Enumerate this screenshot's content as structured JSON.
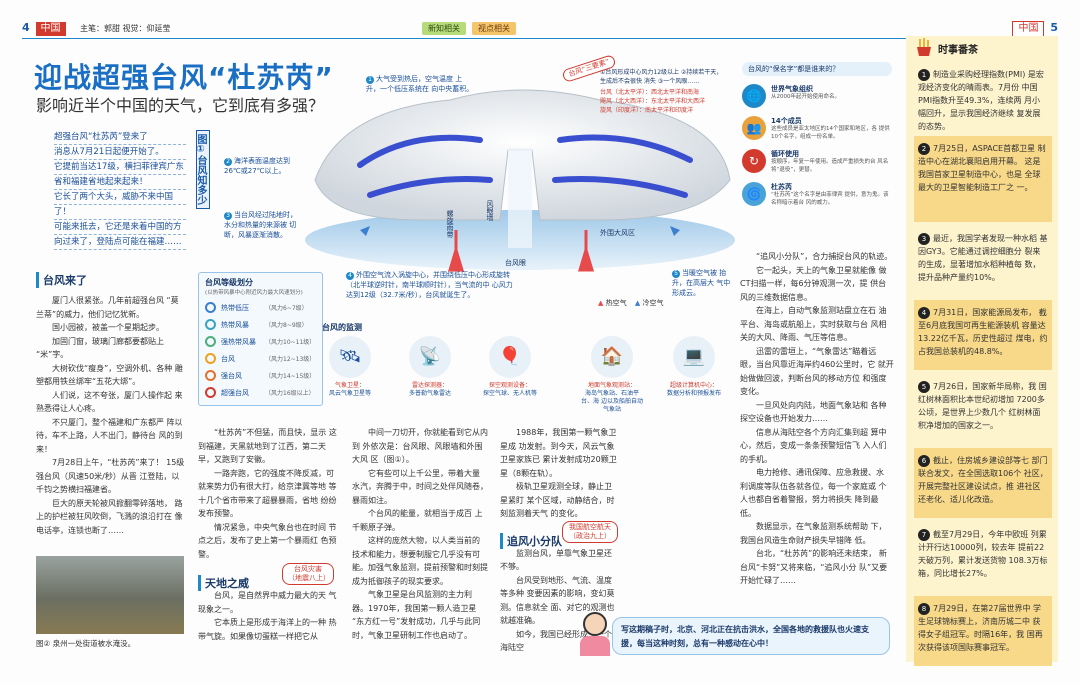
{
  "header": {
    "left_page": "4",
    "left_section": "中国",
    "editors": "主笔：郭甜  视觉：仰延莹",
    "tab1": "新知相关",
    "tab2": "视点相关",
    "right_section": "中国",
    "right_page": "5"
  },
  "title": "迎战超强台风“杜苏芮”",
  "subtitle": "影响近半个中国的天气，它到底有多强？",
  "lead": [
    "超强台风“杜苏芮”登来了",
    "消息从7月21日起便开始了。",
    "它提前当达17级，横扫菲律宾广东",
    "省和福建省地起来起来！",
    "它长了两个大头，威胁不来中国",
    "了！",
    "可能来抵去，它还是来着中国的方",
    "向过来了，登陆点可能在福建……"
  ],
  "figure_label": "图①台风知多少",
  "diagram": {
    "a1": "大气受到热后，空气温度 上升，一个低压系统在 向中央蓄积。",
    "a2": "海洋表面温度达到 26℃或27℃以上。",
    "a3": "当台风经过陆地时， 水分和热量的来源被 切断，风暴逐渐消散。",
    "a4": "外围空气流入涡旋中心，并围绕低压中心形成旋转 （北半球逆时针，南半球顺时针），当气流的中 心风力达到12级（32.7米/秒），台风就诞生了。",
    "a5": "当暖空气被 抬升，在高层大 气中形成云。",
    "typhoon_eye": "台风眼",
    "eye_wall": "风眼墙",
    "spiral": "螺旋雨带",
    "outer": "外围大风区",
    "warm": "热空气",
    "cold": "冷空气"
  },
  "naming_bubble": {
    "tag": "台风“三要素”",
    "text": "①台风形成中心风力12级以上 ②持续若干天，生成后不会很快 消失 ③一个风眼……",
    "t1": "台风（北太平洋）：西北太平洋和南海",
    "t2": "飓风（北大西洋）：东北太平洋和大西洋",
    "t3": "旋风（印度洋）：南太平洋和印度洋"
  },
  "levels": {
    "title": "台风等级划分",
    "subtitle": "(以热带风暴中心附近风力最大风速划分)",
    "items": [
      {
        "name": "热带低压",
        "range": "（风力6~7级）",
        "color": "#3a7fd0"
      },
      {
        "name": "热带风暴",
        "range": "（风力8~9级）",
        "color": "#3aa3c0"
      },
      {
        "name": "强热带风暴",
        "range": "（风力10~11级）",
        "color": "#4caf7a"
      },
      {
        "name": "台风",
        "range": "（风力12~13级）",
        "color": "#f0a020"
      },
      {
        "name": "强台风",
        "range": "（风力14~15级）",
        "color": "#e5702e"
      },
      {
        "name": "超强台风",
        "range": "（风力16级以上）",
        "color": "#d23a2e"
      }
    ]
  },
  "monitor": {
    "title": "台风的监测",
    "items": [
      {
        "name": "气象卫星：",
        "desc": "风云气象卫星等",
        "icon": "🛰"
      },
      {
        "name": "雷达探测器：",
        "desc": "多普勒气象雷达",
        "icon": "📡"
      },
      {
        "name": "探空观测设备：",
        "desc": "探空气球、无人机等",
        "icon": "🎈"
      },
      {
        "name": "地面气象观测站：",
        "desc": "海岛气象站、石油平台、海 边以及船舶自动气象站",
        "icon": "🏠"
      },
      {
        "name": "超级计算机中心：",
        "desc": "数据分析和预报发布",
        "icon": "💻"
      }
    ]
  },
  "wmo": {
    "question": "台风的“保名字”都是谁来的？",
    "items": [
      {
        "title": "世界气象组织",
        "desc": "从2000年起开始使用命名。",
        "color": "#1e88c8",
        "icon": "🌐"
      },
      {
        "title": "14个成员",
        "desc": "这些成员是亚太地区的14个国家和地区，各 提供10个名字，组成一份名单。",
        "color": "#e9a23b",
        "icon": "👥"
      },
      {
        "title": "循环使用",
        "desc": "按顺序，年复一年使用。造成严重损失的台 风名将“退役”，更替。",
        "color": "#d23a2e",
        "icon": "↻"
      },
      {
        "title": "杜苏芮",
        "desc": "“杜苏芮”这个名字是由菲律宾 提供，意为鬼。该名称暗示着台 风的威力。",
        "color": "#4aa3d8",
        "icon": "🌀"
      }
    ]
  },
  "sections": {
    "s1_title": "台风来了",
    "s1_body": [
      "厦门人很紧张。几年前超强台风 “莫兰蒂”的威力，他们记忆犹新。",
      "国小园被，被盖一个星期起步。",
      "加固门窗，玻璃门廊都要都贴上 “米”字。",
      "大树砍伐“瘦身”，空调外机、各种 雕塑都用铁丝绑牢“五花大绑”。",
      "人们说，这不夸张，厦门人操作起 来熟悉得让人心疼。",
      "不只厦门，整个福建和广东都严 阵以待，车不上路，人不出门，静待台 风的到来！",
      "7月28日上午，“杜苏芮”来了！ 15级强台风（风速50米/秒）从晋 江登陆，以千钧之势横扫福建省。",
      "巨大的原天轮被风掀翻零碎落地， 路上的护栏被狂风吹倒，飞溅的浪沿打在 像电话亭，连锁也断了……"
    ],
    "photo_caption": "图② 泉州一处街道被水淹没。",
    "c2_body": [
      "“杜苏芮”不但猛，而且快，显示 这到福建，天黑就地到了江西，第二天 早，又跑到了安徽。",
      "一路奔跑，它的强度不降反减，可 就来势力仍有很大打，给京津冀等地 等十几个省市带来了超暴暴雨，省地 纷纷发布预警。",
      "情况紧急，中央气象台也在时间 节点之后，发布了史上第一个暴雨红 色预警。"
    ],
    "stamp1": "台风灾害 （地震八上）",
    "s2_title": "天地之威",
    "c2_body2": [
      "台风，是自然界中威力最大的天 气现象之一。",
      "它本质上是形成于海洋上的一种 热带气旋。如果像切蛋糕一样把它从"
    ],
    "c3_body": [
      "中间一刀切开，你就能看到它从内到 外依次是：台风眼、风眼墙和外围大风 区（图①）。",
      "它有些可以上千公里，带着大量 水汽，奔腾于中，时间之处伴风随卷， 暴雨如注。",
      "个台风的能量，就相当于成百 上千颗原子弹。",
      "这样的庞然大物，以人类当前的 技术和能力，想要制服它几乎没有可 能。加强气象监测，提前预警和时刻提 成为抵御孩子的现实要求。",
      "气象卫星是台风监测的主力利 器。1970年，我国第一颗人造卫星 “东方红一号”发射成功，几乎与此同 时，气象卫星研制工作也启动了。"
    ],
    "c4_body": [
      "1988年，我国第一颗气象卫星成 功发射。到今天，风云气象卫星家族已 累计发射成功20颗卫星（8颗在轨）。",
      "极轨卫星观测全球，静止卫星紧盯 某个区域，动静结合，时刻监测着天气 的变化。"
    ],
    "stamp2": "我国航空航天 （政治九上）",
    "s3_title": "追风小分队",
    "c4_body2": [
      "监测台风，单靠气象卫星还不够。",
      "台风受到地形、气流、温度等多种 变要因素的影响，变幻莫测。信息就全 面、对它的观测也就越准确。",
      "如今，我国已经形成了一个海陆空"
    ],
    "c5_body": [
      "“追风小分队”，合力捕捉台风的轨迹。",
      "它一起头，天上的气象卫星就能像 做CT扫描一样，每6分钟观测一次，提 供台风的三维数据信息。",
      "在海上，自动气象监测站盘立在石 油平台、海岛或航船上，实时获取与台 风相关的大风、降雨、气压等信息。",
      "迅雷的雷垣上，“气象雷达”瞄着远 眼，当台风靠近海岸约460公里时，它 就开始做做回波，判断台风的移动方位 和强度变化。",
      "一旦风处向内陆，地面气象站和 各种探空设备也开始发力……",
      "信息从海陆空各个方向汇集到超 算中心，然后，变成一条条预警短信飞 入人们的手机。",
      "电力抢修、通讯保障、应急救援、水 利调度等队伍各就各位，每一个家庭或 个人也都自省着警报，努力将损失 降到最低。",
      "数据显示，在气象监测系统帮助 下，我国台风造生命财产损失早错降 低。",
      "台北，“杜苏芮”的影响还未结束， 新台风“卡努”又将来临，“追风小分 队”又要开始忙碌了……"
    ]
  },
  "callout": "写这期稿子时，北京、河北正在抗击洪水，全国各地的救援队也火速支援，每当这种时刻，总有一种感动在心中！",
  "sidebar": {
    "title": "时事番茶",
    "news": [
      {
        "n": "1",
        "text": "制造业采购经理指数(PMI) 是宏观经济变化的晴雨表。7月份 中国PMI指数升至49.3%，连续两 月小幅回升，显示我国经济继续 复发展的态势。"
      },
      {
        "n": "2",
        "text": "7月25日，ASPACE首都卫星 制造中心在湖北襄阳启用开幕。 这是我国首家卫星制造中心，也是 全球最大的卫星智能制造工厂之 一。"
      },
      {
        "n": "3",
        "text": "最近，我国学者发现一种水稻 基因GY3。它能通过调控细胞分 裂来的生成，显著增加水稻种植每 数，提升品种产量约10%。"
      },
      {
        "n": "4",
        "text": "7月31日，国家能源局发布， 截至6月底我国可再生能源装机 容量达13.22亿千瓦，历史性超过 煤电，约占我国总装机的48.8%。"
      },
      {
        "n": "5",
        "text": "7月26日，国家新华局称，我 国红树林面积比本世纪初增加 7200多公顷，是世界上少数几个 红树林面积净增加的国家之一。"
      },
      {
        "n": "6",
        "text": "截止，住房城乡建设部等七 部门联合发文，在全国选取106个 社区，开展完整社区建设试点，推 进社区还老化、适儿化改造。"
      },
      {
        "n": "7",
        "text": "截至7月29日，今年中欧班 列累计开行达10000列，较去年 提前22天破万列，累计发送货物 108.3万标箱，同比增长27%。"
      },
      {
        "n": "8",
        "text": "7月29日，在第27届世界中 学生足球锦标赛上，济南历城二中 获得女子组冠军。时隔16年，我 国再次获得该项国际赛事冠军。"
      }
    ]
  }
}
